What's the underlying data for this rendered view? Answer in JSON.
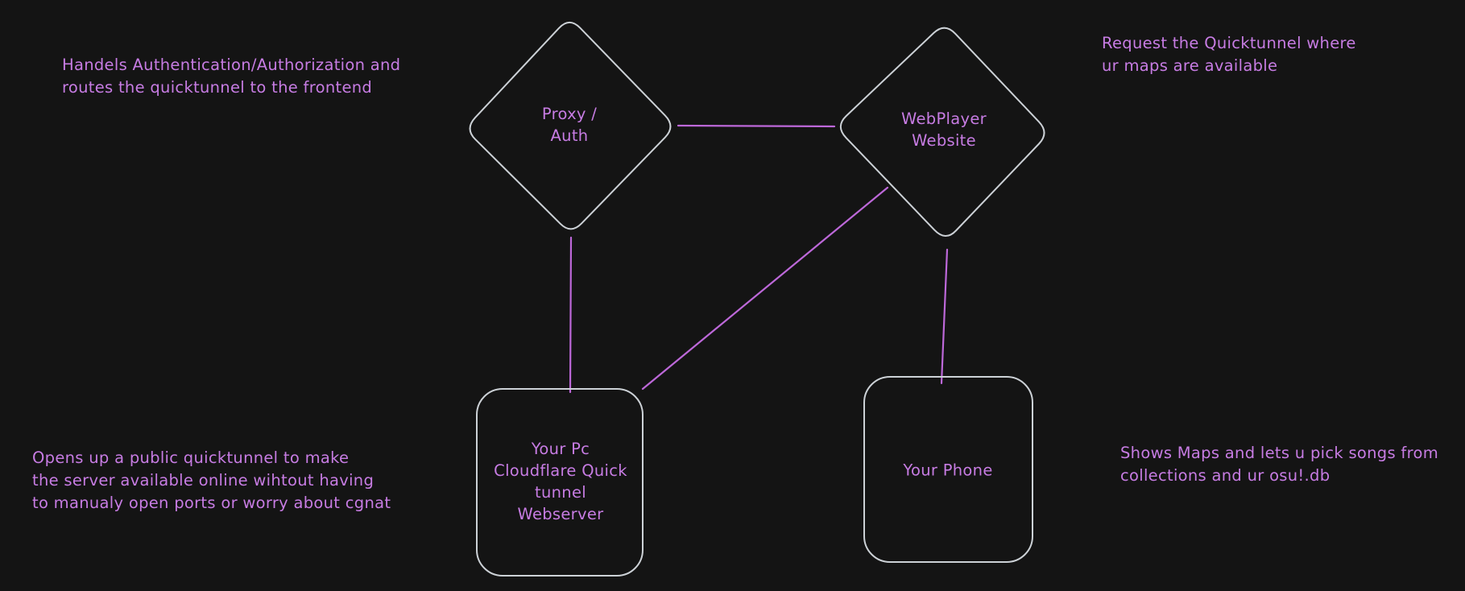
{
  "canvas": {
    "background": "#141414",
    "shape_stroke_color": "#ccd1d6",
    "text_color": "#c77ce3",
    "connector_color": "#bd68d9"
  },
  "nodes": {
    "proxy_auth": {
      "shape": "diamond",
      "label": "Proxy /\nAuth"
    },
    "webplayer": {
      "shape": "diamond",
      "label": "WebPlayer\nWebsite"
    },
    "pc_webserver": {
      "shape": "rounded-rectangle",
      "label": "Your Pc\nCloudflare Quick\ntunnel\nWebserver"
    },
    "phone": {
      "shape": "rounded-rectangle",
      "label": "Your Phone"
    }
  },
  "annotations": {
    "proxy_note": "Handels Authentication/Authorization and\nroutes the quicktunnel to the frontend",
    "webplayer_note": "Request the Quicktunnel where\nur maps are available",
    "webserver_note": "Opens up a public quicktunnel to make\nthe server available online wihtout having\nto manualy open ports or worry about cgnat",
    "phone_note": "Shows Maps and lets u pick songs from\ncollections and ur osu!.db"
  },
  "edges": [
    {
      "from": "proxy_auth",
      "to": "webplayer"
    },
    {
      "from": "proxy_auth",
      "to": "pc_webserver"
    },
    {
      "from": "webplayer",
      "to": "pc_webserver"
    },
    {
      "from": "webplayer",
      "to": "phone"
    }
  ]
}
